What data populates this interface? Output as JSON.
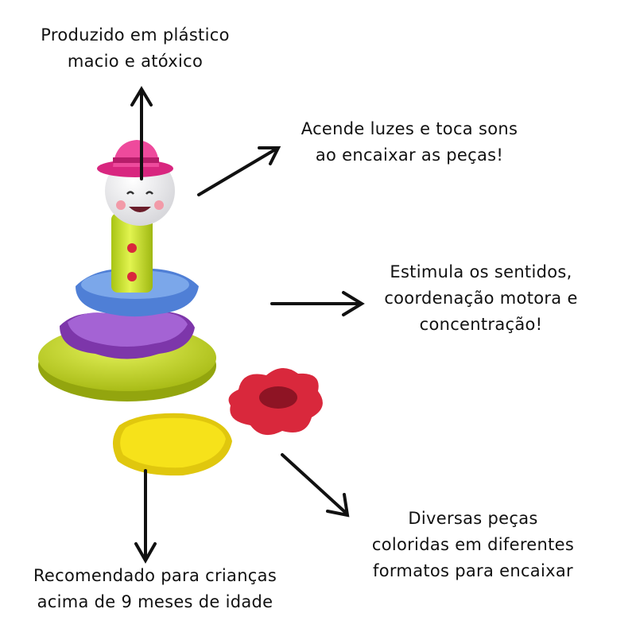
{
  "captions": {
    "material": [
      "Produzido em plástico",
      "macio e atóxico"
    ],
    "lights": [
      "Acende luzes e toca sons",
      "ao encaixar as peças!"
    ],
    "senses": [
      "Estimula os sentidos,",
      "coordenação motora e",
      "concentração!"
    ],
    "pieces": [
      "Diversas peças",
      "coloridas em diferentes",
      "formatos para encaixar"
    ],
    "age": [
      "Recomendado para crianças",
      "acima de 9 meses de idade"
    ]
  },
  "colors": {
    "base": "#c9dc1e",
    "purple": "#8a3fb8",
    "blue": "#5a8fe0",
    "body": "#c4e42a",
    "hat": "#e8338f",
    "red_flower": "#d9283c",
    "yellow_pad": "#f6e21a"
  }
}
